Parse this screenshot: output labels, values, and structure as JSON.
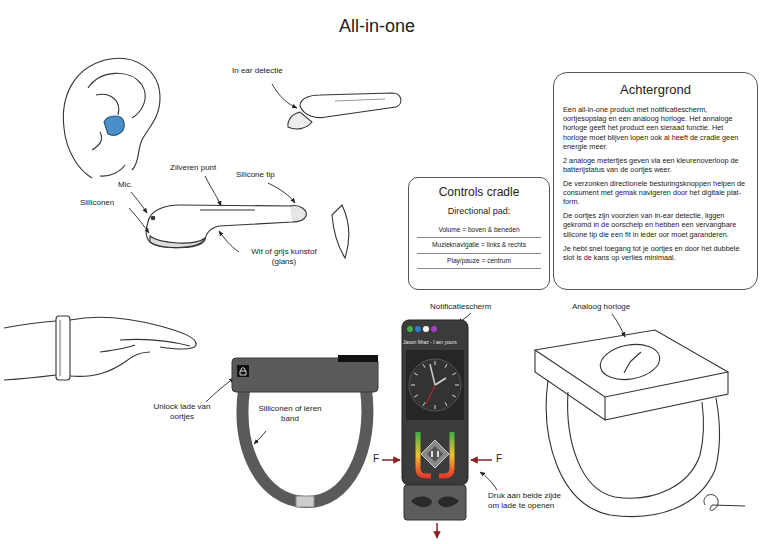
{
  "diagram": {
    "title": "All-in-one",
    "nodes": [
      {
        "text": [
          "Achtergrond",
          "Een all-in-one product met notificatiescherm, oortjesopslag en een analoog horloge. Het annaloge horloge geeft het product een sieraad functie. Het horloge moet blijven lopen ook al heeft de cradle geen energie meer.",
          "2 analoge metertjes geven via een kleurenoverloop de batterijstatus van de oortjes weer.",
          "De verzonken directionele besturingsknoppen helpen de consument met gemak navigeren door het digitale plat-form.",
          "De oortjes zijn voorzien van in-ear detectie, liggen gekromd in de oorschelp en hebben een vervangbare silicone tip die een fit in ieder oor moet garanderen.",
          "Je hebt snel toegang tot je oortjes en door het dubbele slot is de kans op verlies minimaal."
        ]
      },
      {
        "text": [
          "Controls cradle",
          "Directional pad:",
          "Volume = boven & beneden",
          "Muzieknavigatie = links & rechts",
          "Play/pauze = centrum"
        ]
      }
    ],
    "labels": [
      "In ear detectie",
      "Zilveren punt",
      "Mic.",
      "Silicone tip",
      "Silliconen",
      "Wit of grijs kunstof (glans)",
      "Notificatiescherm",
      "Analoog horloge",
      "Unlock lade van oortjes",
      "Silliconen of leren band",
      "Jason Mraz - I am yours",
      "F",
      "F",
      "Druk aan beide zijde om lade te openen"
    ]
  }
}
